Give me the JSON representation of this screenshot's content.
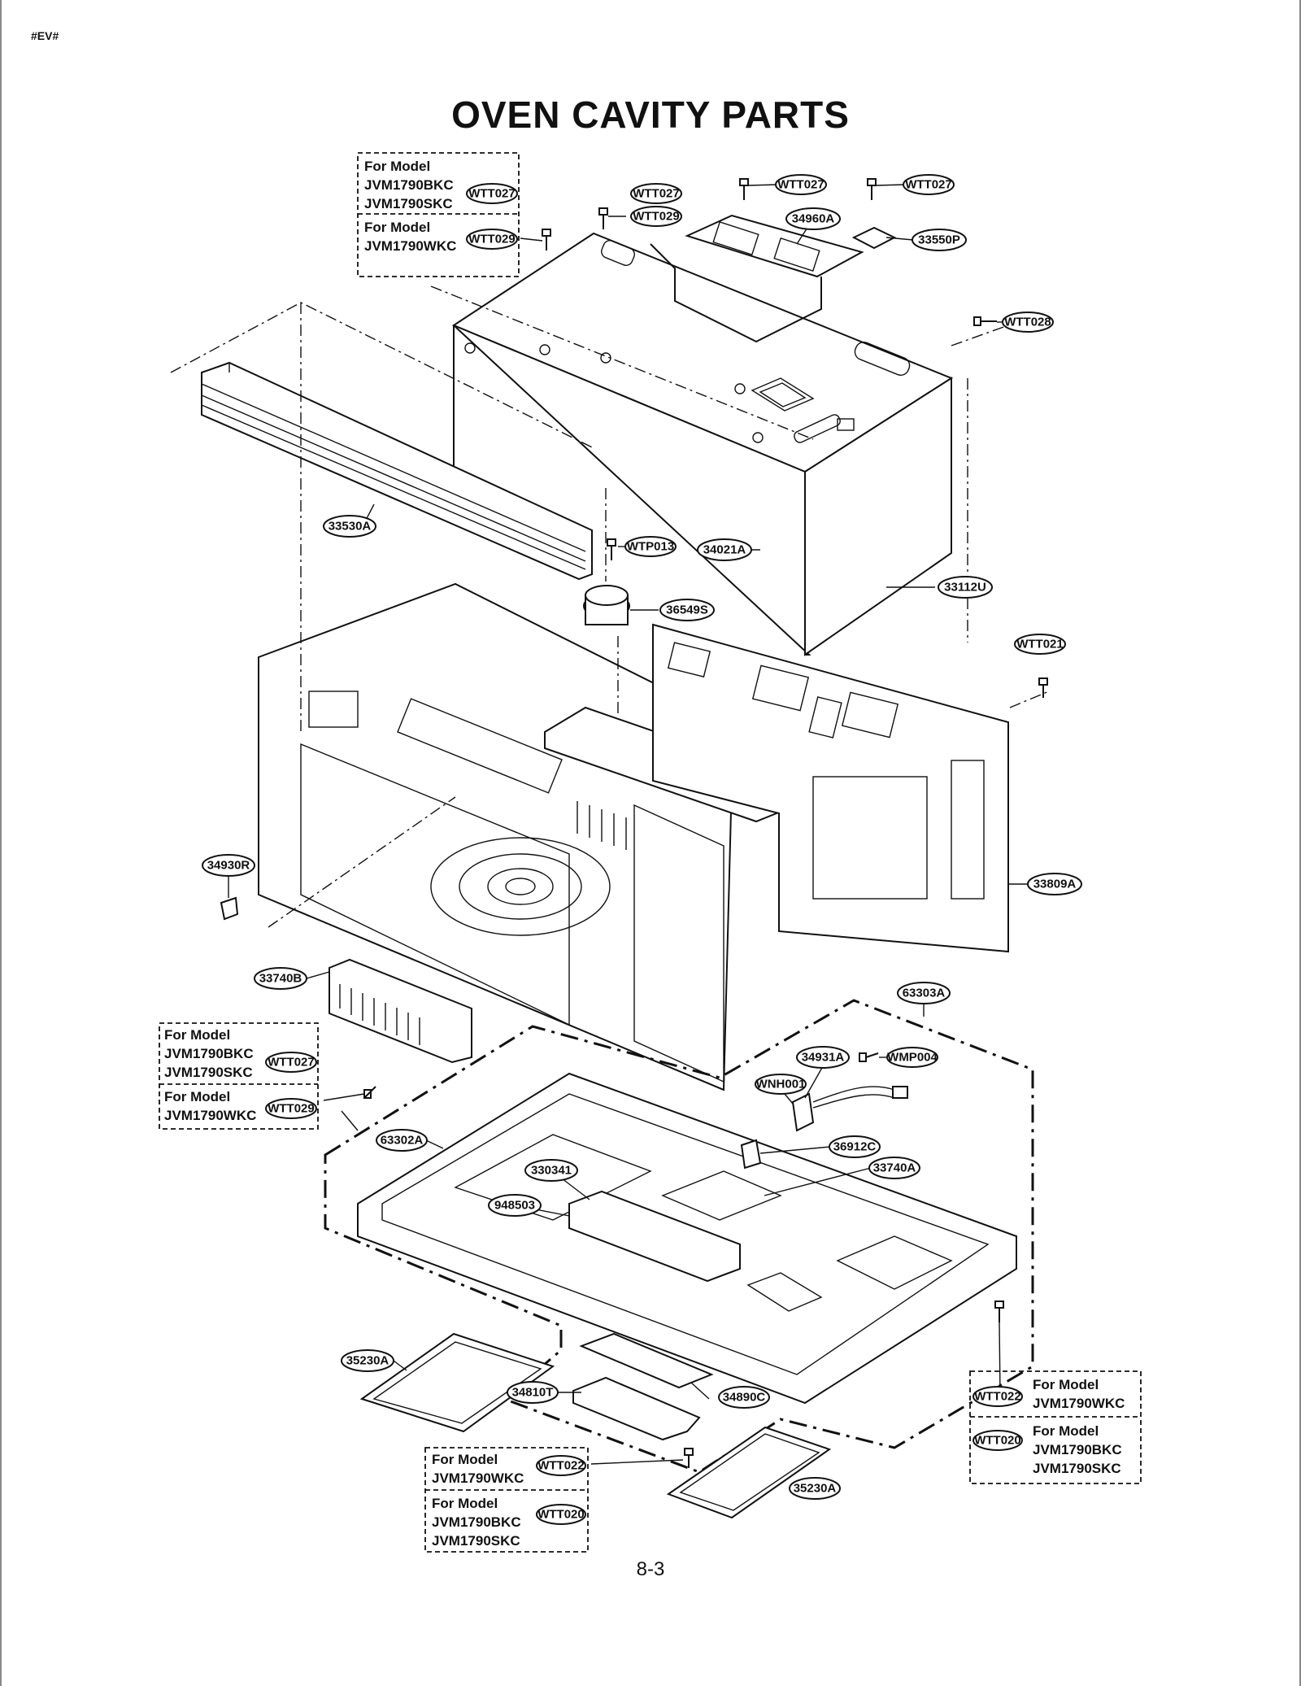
{
  "page": {
    "corner_tag": "#EV#",
    "title": "OVEN CAVITY PARTS",
    "page_number": "8-3"
  },
  "parts": {
    "33530A": "33530A",
    "33112U": "33112U",
    "34960A": "34960A",
    "33550P": "33550P",
    "34021A": "34021A",
    "36549S": "36549S",
    "33809A": "33809A",
    "34930R": "34930R",
    "33740B": "33740B",
    "63303A": "63303A",
    "34931A": "34931A",
    "36912C": "36912C",
    "33740A": "33740A",
    "63302A": "63302A",
    "330341": "330341",
    "948503": "948503",
    "35230A": "35230A",
    "34810T": "34810T",
    "34890C": "34890C"
  },
  "screws": {
    "WTT027": "WTT027",
    "WTT029": "WTT029",
    "WTT028": "WTT028",
    "WTP013": "WTP013",
    "WTT021": "WTT021",
    "WMP004": "WMP004",
    "WNH001": "WNH001",
    "WTT022": "WTT022",
    "WTT020": "WTT020"
  },
  "model_notes": {
    "for_model": "For Model",
    "bkc": "JVM1790BKC",
    "skc": "JVM1790SKC",
    "wkc": "JVM1790WKC"
  },
  "colors": {
    "ink": "#111111",
    "paper": "#ffffff"
  }
}
